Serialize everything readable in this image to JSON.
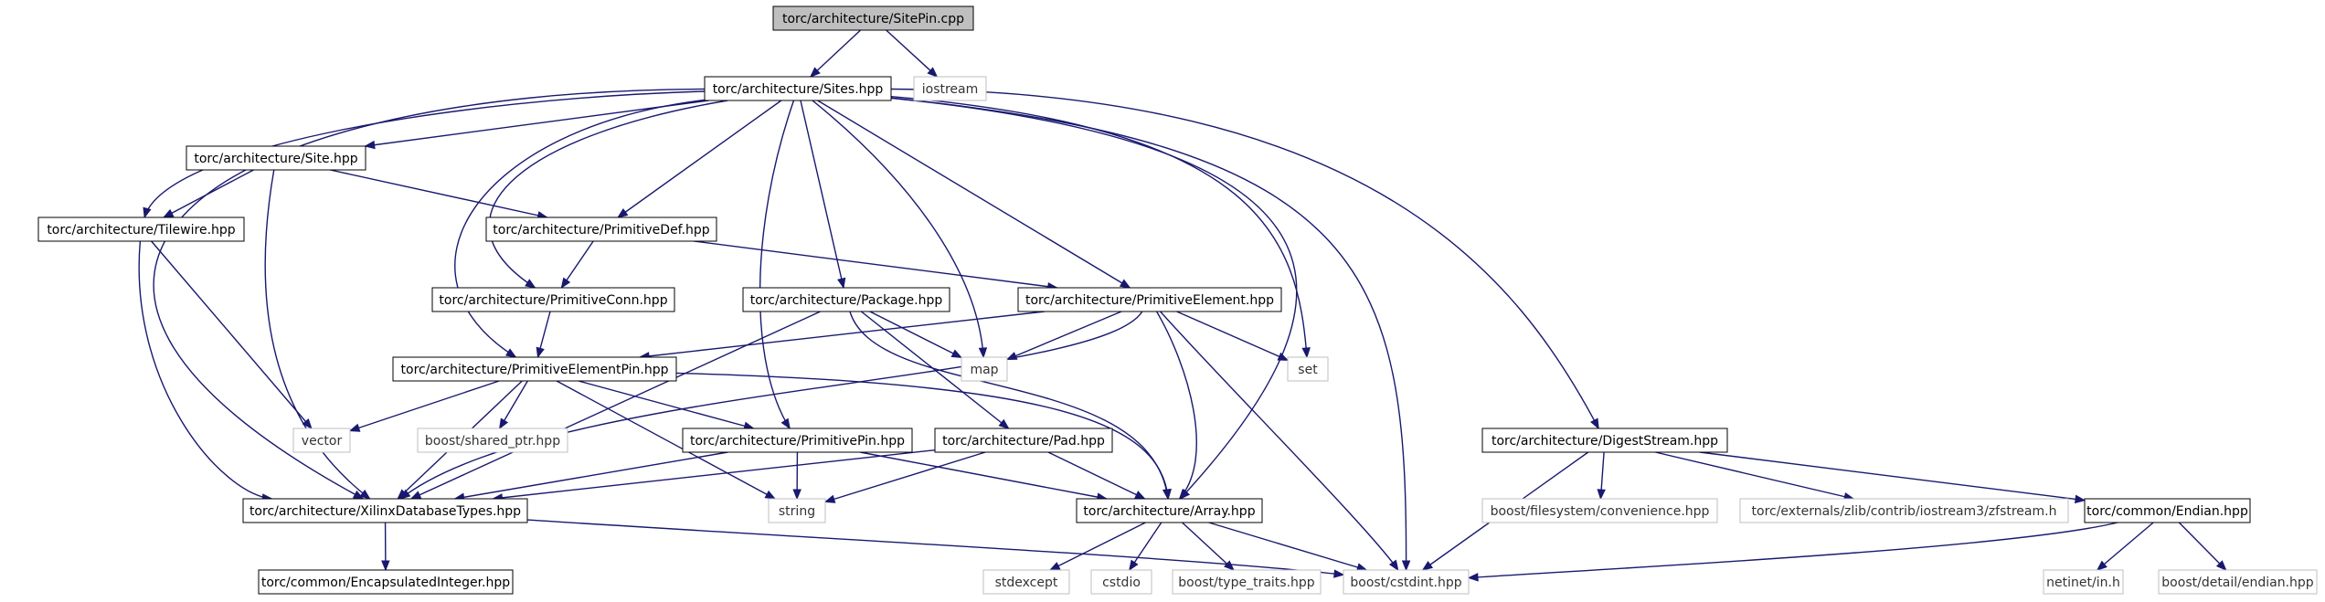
{
  "colors": {
    "background": "#ffffff",
    "node_border": "#000000",
    "external_border": "#bfbfbf",
    "root_fill": "#bfbfbf",
    "edge": "#191970"
  },
  "nodes": [
    {
      "id": "root",
      "label": "torc/architecture/SitePin.cpp",
      "kind": "root"
    },
    {
      "id": "sites",
      "label": "torc/architecture/Sites.hpp",
      "kind": "local"
    },
    {
      "id": "iostream",
      "label": "iostream",
      "kind": "external"
    },
    {
      "id": "site",
      "label": "torc/architecture/Site.hpp",
      "kind": "local"
    },
    {
      "id": "tilewire",
      "label": "torc/architecture/Tilewire.hpp",
      "kind": "local"
    },
    {
      "id": "primdef",
      "label": "torc/architecture/PrimitiveDef.hpp",
      "kind": "local"
    },
    {
      "id": "primconn",
      "label": "torc/architecture/PrimitiveConn.hpp",
      "kind": "local"
    },
    {
      "id": "package",
      "label": "torc/architecture/Package.hpp",
      "kind": "local"
    },
    {
      "id": "primelem",
      "label": "torc/architecture/PrimitiveElement.hpp",
      "kind": "local"
    },
    {
      "id": "map",
      "label": "map",
      "kind": "external"
    },
    {
      "id": "set",
      "label": "set",
      "kind": "external"
    },
    {
      "id": "primelempin",
      "label": "torc/architecture/PrimitiveElementPin.hpp",
      "kind": "local"
    },
    {
      "id": "vector",
      "label": "vector",
      "kind": "external"
    },
    {
      "id": "sharedptr",
      "label": "boost/shared_ptr.hpp",
      "kind": "external"
    },
    {
      "id": "primpin",
      "label": "torc/architecture/PrimitivePin.hpp",
      "kind": "local"
    },
    {
      "id": "pad",
      "label": "torc/architecture/Pad.hpp",
      "kind": "local"
    },
    {
      "id": "digest",
      "label": "torc/architecture/DigestStream.hpp",
      "kind": "local"
    },
    {
      "id": "xilinx",
      "label": "torc/architecture/XilinxDatabaseTypes.hpp",
      "kind": "local"
    },
    {
      "id": "string",
      "label": "string",
      "kind": "external"
    },
    {
      "id": "array",
      "label": "torc/architecture/Array.hpp",
      "kind": "local"
    },
    {
      "id": "fsconv",
      "label": "boost/filesystem/convenience.hpp",
      "kind": "external"
    },
    {
      "id": "zfstream",
      "label": "torc/externals/zlib/contrib/iostream3/zfstream.h",
      "kind": "external"
    },
    {
      "id": "endian",
      "label": "torc/common/Endian.hpp",
      "kind": "local"
    },
    {
      "id": "encint",
      "label": "torc/common/EncapsulatedInteger.hpp",
      "kind": "local"
    },
    {
      "id": "stdexcept",
      "label": "stdexcept",
      "kind": "external"
    },
    {
      "id": "cstdio",
      "label": "cstdio",
      "kind": "external"
    },
    {
      "id": "typetraits",
      "label": "boost/type_traits.hpp",
      "kind": "external"
    },
    {
      "id": "cstdint",
      "label": "boost/cstdint.hpp",
      "kind": "external"
    },
    {
      "id": "netinet",
      "label": "netinet/in.h",
      "kind": "external"
    },
    {
      "id": "bdendian",
      "label": "boost/detail/endian.hpp",
      "kind": "external"
    }
  ],
  "edges": [
    [
      "root",
      "sites"
    ],
    [
      "root",
      "iostream"
    ],
    [
      "sites",
      "site"
    ],
    [
      "sites",
      "tilewire"
    ],
    [
      "sites",
      "primdef"
    ],
    [
      "sites",
      "primconn"
    ],
    [
      "sites",
      "package"
    ],
    [
      "sites",
      "primelem"
    ],
    [
      "sites",
      "map"
    ],
    [
      "sites",
      "set"
    ],
    [
      "sites",
      "primelempin"
    ],
    [
      "sites",
      "primpin"
    ],
    [
      "sites",
      "digest"
    ],
    [
      "sites",
      "xilinx"
    ],
    [
      "sites",
      "array"
    ],
    [
      "sites",
      "cstdint"
    ],
    [
      "site",
      "tilewire"
    ],
    [
      "site",
      "primdef"
    ],
    [
      "site",
      "xilinx"
    ],
    [
      "tilewire",
      "vector"
    ],
    [
      "tilewire",
      "xilinx"
    ],
    [
      "primdef",
      "primconn"
    ],
    [
      "primdef",
      "primelem"
    ],
    [
      "primconn",
      "primelempin"
    ],
    [
      "package",
      "map"
    ],
    [
      "package",
      "pad"
    ],
    [
      "package",
      "array"
    ],
    [
      "package",
      "xilinx"
    ],
    [
      "primelem",
      "primelempin"
    ],
    [
      "primelem",
      "map"
    ],
    [
      "primelem",
      "set"
    ],
    [
      "primelem",
      "xilinx"
    ],
    [
      "primelem",
      "array"
    ],
    [
      "primelem",
      "cstdint"
    ],
    [
      "primelempin",
      "vector"
    ],
    [
      "primelempin",
      "sharedptr"
    ],
    [
      "primelempin",
      "primpin"
    ],
    [
      "primelempin",
      "xilinx"
    ],
    [
      "primelempin",
      "string"
    ],
    [
      "primelempin",
      "array"
    ],
    [
      "primpin",
      "xilinx"
    ],
    [
      "primpin",
      "string"
    ],
    [
      "primpin",
      "array"
    ],
    [
      "pad",
      "xilinx"
    ],
    [
      "pad",
      "string"
    ],
    [
      "pad",
      "array"
    ],
    [
      "xilinx",
      "encint"
    ],
    [
      "xilinx",
      "cstdint"
    ],
    [
      "array",
      "stdexcept"
    ],
    [
      "array",
      "cstdio"
    ],
    [
      "array",
      "typetraits"
    ],
    [
      "array",
      "cstdint"
    ],
    [
      "digest",
      "fsconv"
    ],
    [
      "digest",
      "zfstream"
    ],
    [
      "digest",
      "endian"
    ],
    [
      "digest",
      "cstdint"
    ],
    [
      "endian",
      "netinet"
    ],
    [
      "endian",
      "bdendian"
    ],
    [
      "endian",
      "cstdint"
    ]
  ]
}
